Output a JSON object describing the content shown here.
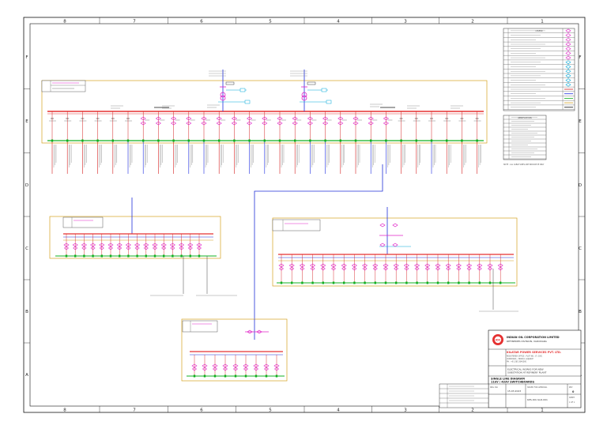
{
  "sheet": {
    "col_markers": [
      "8",
      "7",
      "6",
      "5",
      "4",
      "3",
      "2",
      "1"
    ],
    "row_markers": [
      "F",
      "E",
      "D",
      "C",
      "B",
      "A"
    ]
  },
  "title_block": {
    "client": "INDIAN OIL CORPORATION LIMITED",
    "client_sub": "REFINERIES DIVISION, VADODARA",
    "consultant": "KILATAR POWER SERVICES PVT. LTD.",
    "consultant_lines": [
      "REGISTERED OFFICE : PLOT NO. 17, GIDC",
      "VADODARA - 390010, GUJARAT",
      "PH : +91 265 2640000"
    ],
    "project": [
      "ELECTRICAL WORKS FOR NEW",
      "SUBSTATION AT REFINERY PLANT"
    ],
    "drawing_title": [
      "SINGLE LINE DIAGRAM",
      "11kV / 433V SWITCHBOARDS"
    ],
    "drg_no_label": "DRG. NO.",
    "drg_no": "KPS-IOC-SLD-001",
    "sheet_label": "SHEET",
    "sheet_no": "1 OF 1",
    "rev_label": "REV",
    "rev_no": "0",
    "date": "15.03.2023",
    "status": "ISSUED FOR APPROVAL"
  },
  "legend": {
    "title": "LEGEND",
    "rows": 18,
    "abbr_title": "ABBREVIATIONS",
    "abbr_rows": 11,
    "note": "NOTE : ALL CABLE SIZES ARE INDICATIVE ONLY"
  },
  "colors": {
    "busbar": "#e53030",
    "feeder_red": "#d52020",
    "feeder_blue": "#1e2ee0",
    "breaker": "#e020c8",
    "cyan": "#00a8d8",
    "green": "#10b020",
    "panel_border": "#d4a020",
    "link": "#2030d8",
    "frame": "#111111"
  }
}
